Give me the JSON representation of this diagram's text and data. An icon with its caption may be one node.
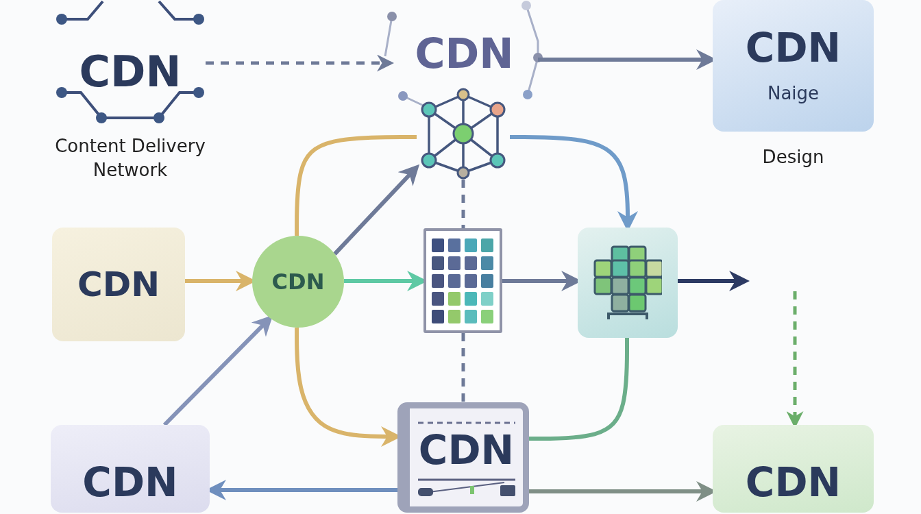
{
  "diagram": {
    "nodes": [
      {
        "text": [
          "CDN"
        ],
        "beside": [
          "Content Delivery Network"
        ]
      },
      {
        "text": [
          "CDN"
        ]
      },
      {
        "text": [
          "CDN",
          "Naige"
        ],
        "beside": [
          "Design"
        ]
      },
      {
        "text": [],
        "shape": "network"
      },
      {
        "text": [
          "CDN"
        ]
      },
      {
        "text": [
          "CDN"
        ]
      },
      {
        "text": [],
        "shape": "box"
      },
      {
        "text": [],
        "shape": "box"
      },
      {
        "text": [
          "CDN"
        ]
      },
      {
        "text": [
          "CDN"
        ]
      },
      {
        "text": [
          "CDN"
        ]
      }
    ],
    "edges": [
      {
        "from": 0,
        "to": 1,
        "arrow": "to",
        "style": "dashed"
      },
      {
        "from": 1,
        "to": 2,
        "arrow": "to"
      },
      {
        "from": 4,
        "to": 5,
        "arrow": "to",
        "color": "#d9b46a"
      },
      {
        "from": 5,
        "to": 6,
        "arrow": "to",
        "color": "#5ec9a4"
      },
      {
        "from": 6,
        "to": 7,
        "arrow": "to"
      },
      {
        "from": 7,
        "to": null,
        "arrow": "to",
        "color": "#2c3a63"
      },
      {
        "from": 8,
        "to": 5,
        "arrow": "to",
        "color": "#8593b8"
      },
      {
        "from": 5,
        "to": 3,
        "arrow": "to"
      },
      {
        "from": 5,
        "to": 9,
        "arrow": "to",
        "color": "#d9b46a"
      },
      {
        "from": 5,
        "to": 3,
        "arrow": "none",
        "color": "#d9b46a"
      },
      {
        "from": 3,
        "to": 7,
        "arrow": "to",
        "color": "#6f9bc9"
      },
      {
        "from": 3,
        "to": 6,
        "arrow": "none",
        "style": "dashed"
      },
      {
        "from": 6,
        "to": 9,
        "arrow": "none",
        "style": "dashed"
      },
      {
        "from": 9,
        "to": 8,
        "arrow": "to",
        "color": "#6f8fbe"
      },
      {
        "from": 9,
        "to": 10,
        "arrow": "to",
        "color": "#7f8f86"
      },
      {
        "from": 7,
        "to": 9,
        "arrow": "none",
        "color": "#6bae8a"
      },
      {
        "from": null,
        "to": 10,
        "arrow": "to",
        "style": "dashed",
        "color": "#6bae6a"
      }
    ]
  }
}
